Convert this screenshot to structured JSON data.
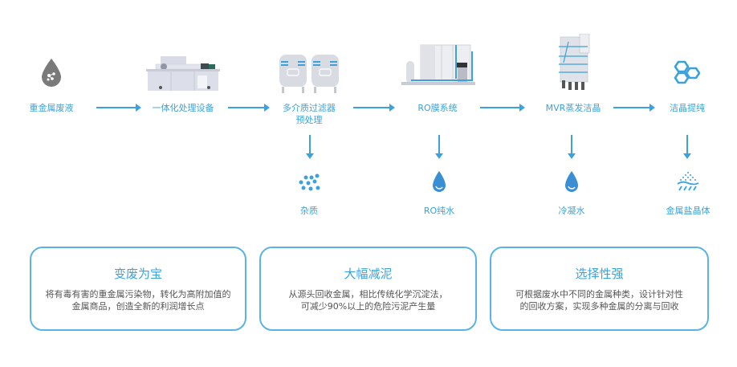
{
  "colors": {
    "accent": "#3ba2dc",
    "card_border": "#5ab3e6",
    "body_text": "#555555",
    "gray_icon": "#7a7a7a"
  },
  "process": {
    "steps": [
      {
        "label": "重金属废液",
        "icon": "gray-drop-molecule-icon"
      },
      {
        "label": "一体化处理设备",
        "icon": "integrated-treatment-equipment-image"
      },
      {
        "label_line1": "多介质过滤器",
        "label_line2": "预处理",
        "icon": "multimedia-filter-tanks-image"
      },
      {
        "label": "RO膜系统",
        "icon": "ro-membrane-system-image"
      },
      {
        "label": "MVR蒸发洁晶",
        "icon": "mvr-evaporator-tower-image"
      },
      {
        "label": "洁晶提纯",
        "icon": "hexagon-crystal-icon"
      }
    ],
    "outputs": [
      {
        "label": "杂质",
        "icon": "impurity-dots-icon"
      },
      {
        "label": "RO纯水",
        "icon": "water-drop-icon"
      },
      {
        "label": "冷凝水",
        "icon": "water-drop-icon"
      },
      {
        "label": "金属盐晶体",
        "icon": "salt-crystal-pile-icon"
      }
    ]
  },
  "cards": [
    {
      "title": "变废为宝",
      "line1": "将有毒有害的重金属污染物，转化为高附加值的",
      "line2": "金属商品，创造全新的利润增长点"
    },
    {
      "title": "大幅减泥",
      "line1": "从源头回收金属，相比传统化学沉淀法，",
      "line2": "可减少90%以上的危险污泥产生量"
    },
    {
      "title": "选择性强",
      "line1": "可根据废水中不同的金属种类，设计针对性",
      "line2": "的回收方案，实现多种金属的分离与回收"
    }
  ]
}
